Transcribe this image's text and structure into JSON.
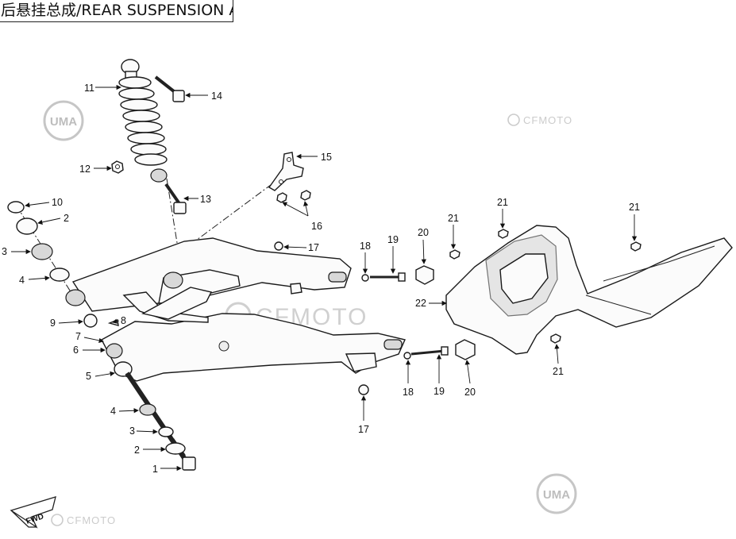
{
  "title": "后悬挂总成/REAR SUSPENSION  ASSY",
  "watermarks": {
    "brand": "CFMOTO",
    "badge": "UMA"
  },
  "fwd_label": "FWD",
  "callouts": [
    {
      "id": "c1",
      "label": "1"
    },
    {
      "id": "c2a",
      "label": "2"
    },
    {
      "id": "c2b",
      "label": "2"
    },
    {
      "id": "c3a",
      "label": "3"
    },
    {
      "id": "c3b",
      "label": "3"
    },
    {
      "id": "c4a",
      "label": "4"
    },
    {
      "id": "c4b",
      "label": "4"
    },
    {
      "id": "c5",
      "label": "5"
    },
    {
      "id": "c6",
      "label": "6"
    },
    {
      "id": "c7",
      "label": "7"
    },
    {
      "id": "c8",
      "label": "8"
    },
    {
      "id": "c9",
      "label": "9"
    },
    {
      "id": "c10",
      "label": "10"
    },
    {
      "id": "c11",
      "label": "11"
    },
    {
      "id": "c12",
      "label": "12"
    },
    {
      "id": "c13",
      "label": "13"
    },
    {
      "id": "c14",
      "label": "14"
    },
    {
      "id": "c15",
      "label": "15"
    },
    {
      "id": "c16",
      "label": "16"
    },
    {
      "id": "c17a",
      "label": "17"
    },
    {
      "id": "c17b",
      "label": "17"
    },
    {
      "id": "c18a",
      "label": "18"
    },
    {
      "id": "c18b",
      "label": "18"
    },
    {
      "id": "c19a",
      "label": "19"
    },
    {
      "id": "c19b",
      "label": "19"
    },
    {
      "id": "c20a",
      "label": "20"
    },
    {
      "id": "c20b",
      "label": "20"
    },
    {
      "id": "c21a",
      "label": "21"
    },
    {
      "id": "c21b",
      "label": "21"
    },
    {
      "id": "c21c",
      "label": "21"
    },
    {
      "id": "c21d",
      "label": "21"
    },
    {
      "id": "c22",
      "label": "22"
    }
  ]
}
